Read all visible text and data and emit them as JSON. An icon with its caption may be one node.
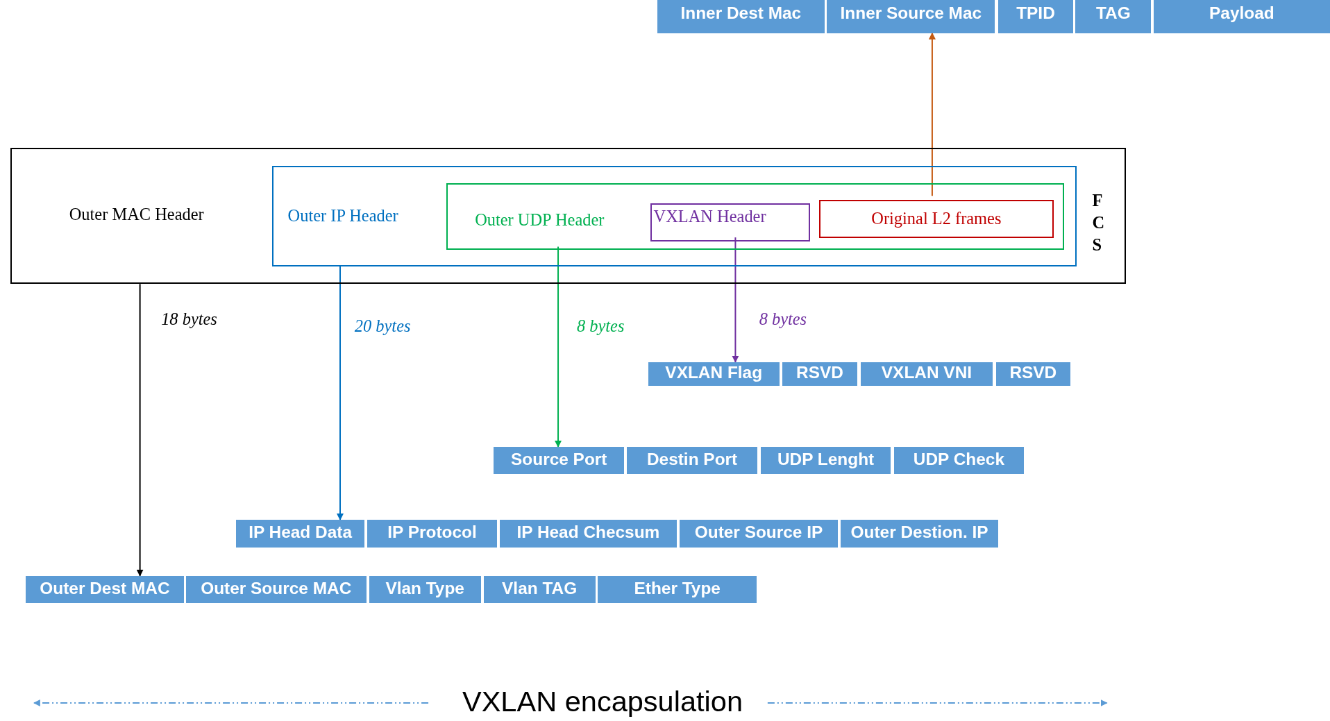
{
  "diagram": {
    "caption": "VXLAN encapsulation",
    "nodes": [
      {
        "text": [
          "Outer MAC Header"
        ]
      },
      {
        "text": [
          "Outer IP Header"
        ],
        "in": 0
      },
      {
        "text": [
          "Outer UDP Header"
        ],
        "in": 1
      },
      {
        "text": [
          "VXLAN Header"
        ],
        "in": 2
      },
      {
        "text": [
          "Original L2 frames"
        ],
        "in": 2
      },
      {
        "text": [
          "Inner Dest Mac"
        ]
      },
      {
        "text": [
          "Inner Source Mac"
        ]
      },
      {
        "text": [
          "TPID"
        ]
      },
      {
        "text": [
          "TAG"
        ]
      },
      {
        "text": [
          "Payload"
        ]
      },
      {
        "text": [
          "VXLAN Flag"
        ]
      },
      {
        "text": [
          "RSVD"
        ]
      },
      {
        "text": [
          "VXLAN VNI"
        ]
      },
      {
        "text": [
          "RSVD"
        ]
      },
      {
        "text": [
          "Source Port"
        ]
      },
      {
        "text": [
          "Destin Port"
        ]
      },
      {
        "text": [
          "UDP Lenght"
        ]
      },
      {
        "text": [
          "UDP Check"
        ]
      },
      {
        "text": [
          "IP Head Data"
        ]
      },
      {
        "text": [
          "IP Protocol"
        ]
      },
      {
        "text": [
          "IP Head Checsum"
        ]
      },
      {
        "text": [
          "Outer Source IP"
        ]
      },
      {
        "text": [
          "Outer Destion. IP"
        ]
      },
      {
        "text": [
          "Outer Dest MAC"
        ]
      },
      {
        "text": [
          "Outer Source MAC"
        ]
      },
      {
        "text": [
          "Vlan Type"
        ]
      },
      {
        "text": [
          "Vlan TAG"
        ]
      },
      {
        "text": [
          "Ether Type"
        ]
      }
    ],
    "edges": [
      {
        "from": 0,
        "to": 23,
        "arrow": "to",
        "label": "18 bytes",
        "color": "#000000"
      },
      {
        "from": 1,
        "to": 18,
        "arrow": "to",
        "label": "20 bytes",
        "color": "#0070c0"
      },
      {
        "from": 2,
        "to": 14,
        "arrow": "to",
        "label": "8 bytes",
        "color": "#00b050"
      },
      {
        "from": 3,
        "to": 10,
        "arrow": "to",
        "label": "8 bytes",
        "color": "#7030a0"
      },
      {
        "from": 4,
        "to": 6,
        "arrow": "to",
        "color": "#c55a11"
      }
    ],
    "labels": [
      "F C S"
    ]
  }
}
